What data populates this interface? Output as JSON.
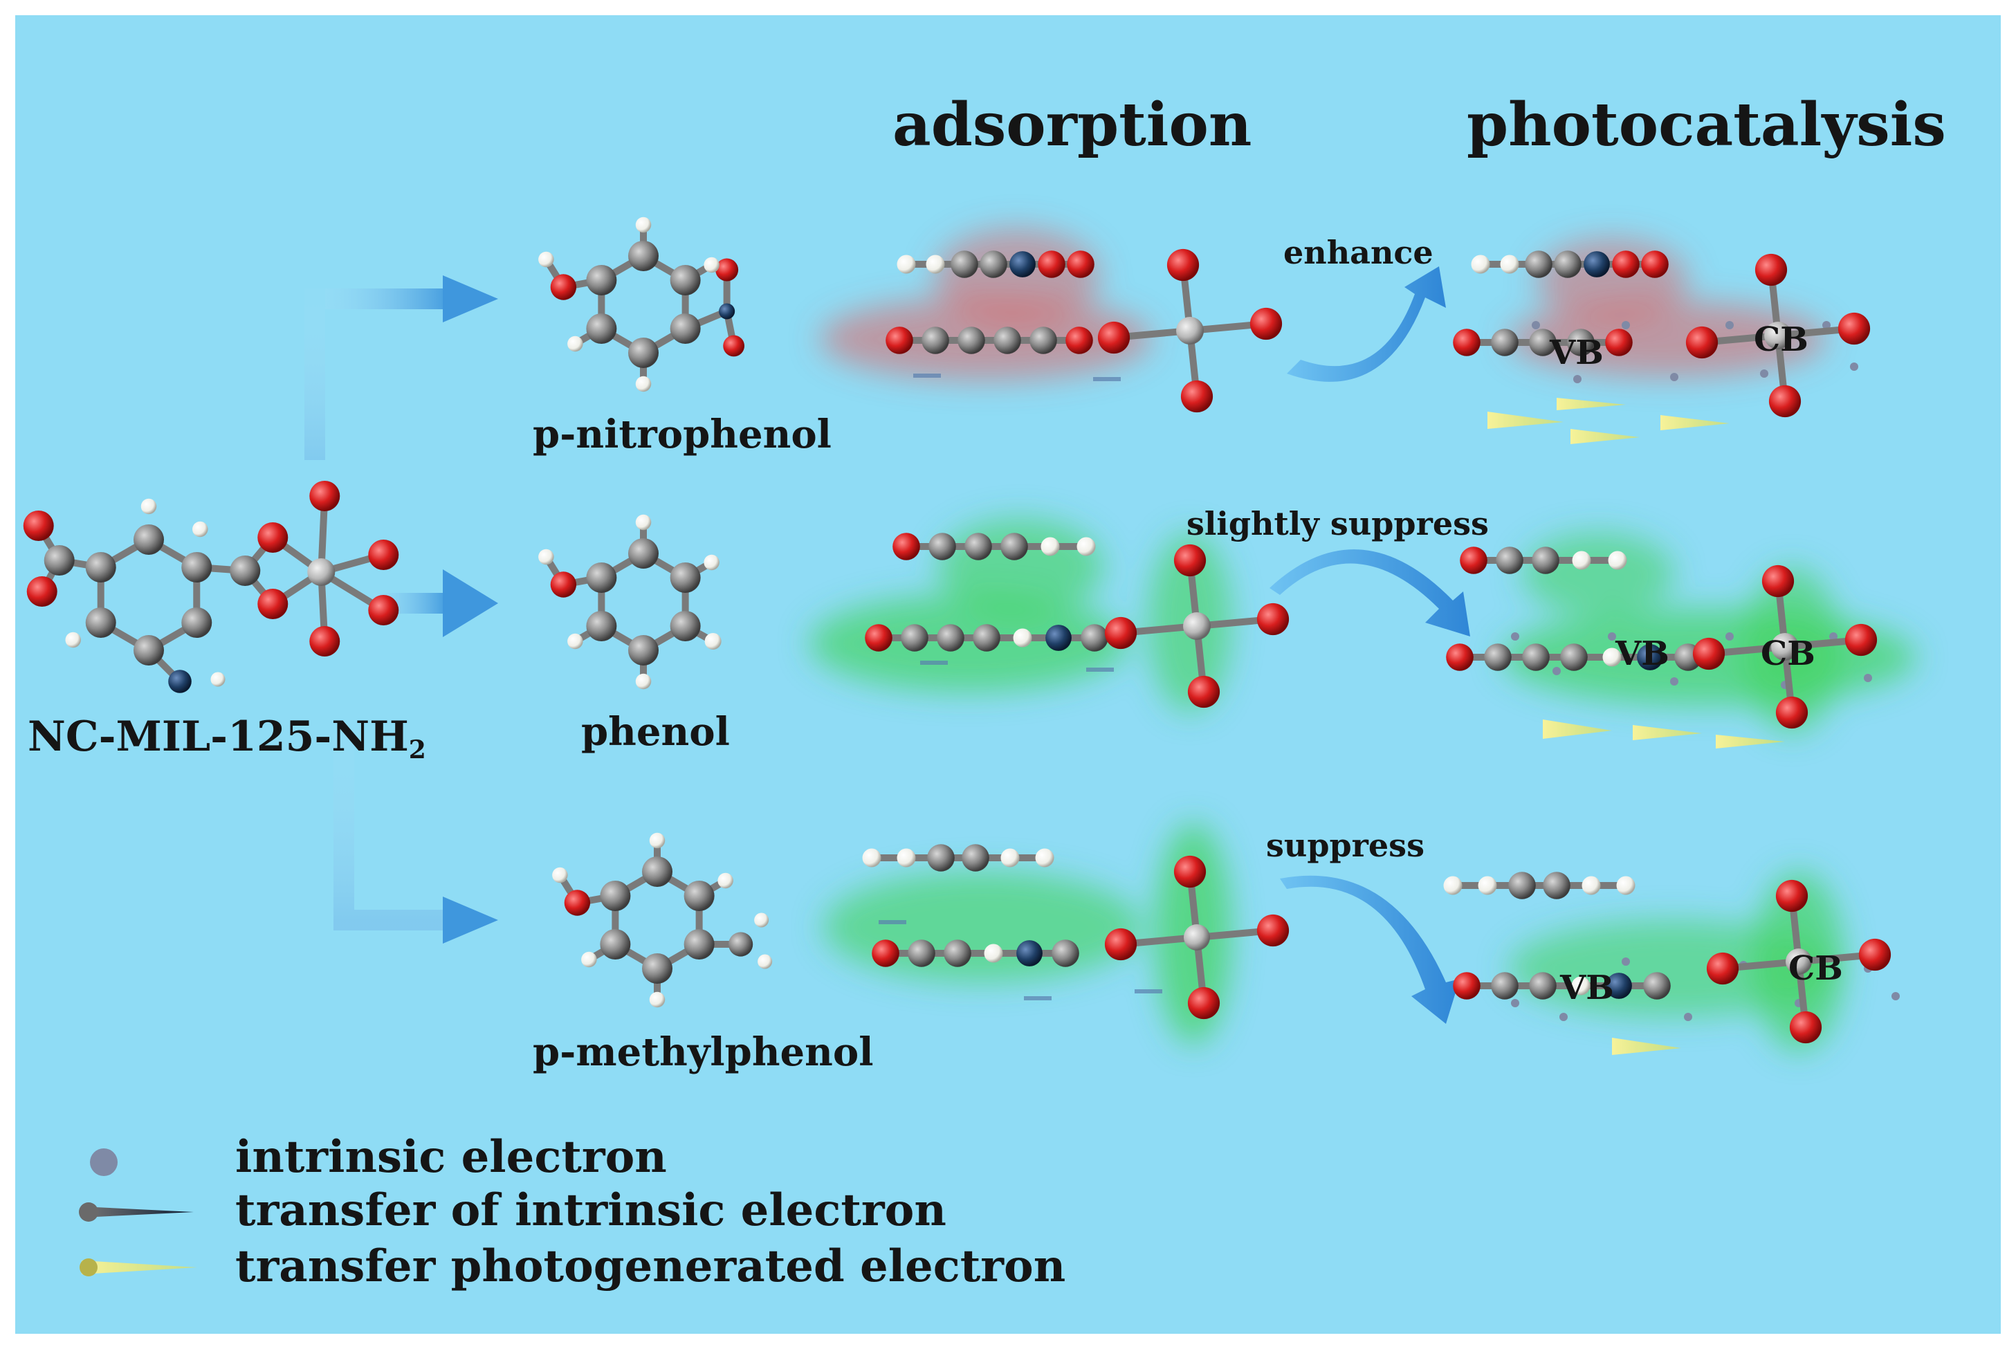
{
  "headers": {
    "adsorption": "adsorption",
    "photocatalysis": "photocatalysis"
  },
  "mof": {
    "name": "NC-MIL-125-NH",
    "subscript": "2"
  },
  "molecules": [
    {
      "name": "p-nitrophenol",
      "effect": "enhance",
      "adsorbate_color": "red"
    },
    {
      "name": "phenol",
      "effect": "slightly suppress",
      "adsorbate_color": "green"
    },
    {
      "name": "p-methylphenol",
      "effect": "suppress",
      "adsorbate_color": "green"
    }
  ],
  "band_labels": {
    "vb": "VB",
    "cb": "CB"
  },
  "legend": [
    {
      "icon": "intrinsic-electron-dot-icon",
      "label": "intrinsic electron"
    },
    {
      "icon": "dark-transfer-arrow-icon",
      "label": "transfer of intrinsic electron"
    },
    {
      "icon": "yellow-transfer-arrow-icon",
      "label": "transfer photogenerated electron"
    }
  ],
  "colors": {
    "background": "#8fdcf5",
    "oxygen": "#d81e1e",
    "carbon": "#8a8a8a",
    "hydrogen": "#f4f4f0",
    "nitrogen": "#1f3f66",
    "titanium": "#b8b8b8",
    "glow_red": "#e06060",
    "glow_green": "#3fd45a",
    "arrow_blue": "#3f97dd",
    "photo_arrow": "#f2ee6a"
  }
}
